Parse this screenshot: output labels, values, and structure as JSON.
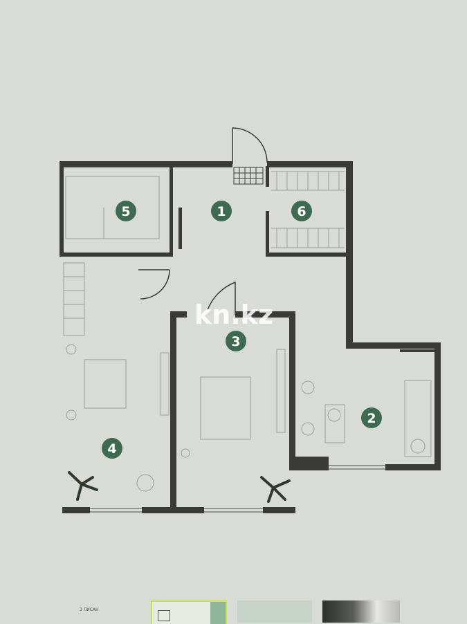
{
  "watermark": "kn.kz",
  "rooms": [
    {
      "number": "1"
    },
    {
      "number": "2"
    },
    {
      "number": "3"
    },
    {
      "number": "4"
    },
    {
      "number": "5"
    },
    {
      "number": "6"
    }
  ],
  "colors": {
    "background": "#d9dbd6",
    "wall": "#3a3b38",
    "badge": "#3f6a52",
    "badge_text": "#ffffff",
    "furniture": "#9a9c97",
    "watermark": "#ffffff",
    "thumb_selected_border": "#c8e04a"
  },
  "thumbnails": {
    "caption": "3 ЛИСАН",
    "items": [
      {
        "name": "floor-plan-thumbnail",
        "selected": true
      },
      {
        "name": "interior-thumbnail",
        "selected": false
      },
      {
        "name": "building-exterior-thumbnail",
        "selected": false
      }
    ]
  }
}
